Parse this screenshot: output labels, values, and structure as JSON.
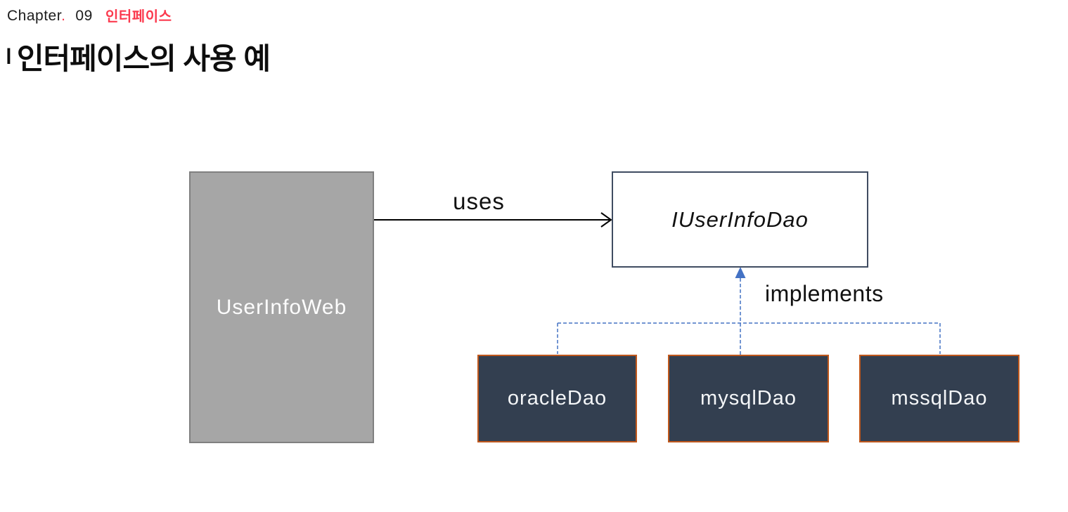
{
  "header": {
    "chapter_label": "Chapter",
    "chapter_dot": ".",
    "chapter_number": "09",
    "chapter_topic": "인터페이스",
    "title_prefix": "I",
    "title": "인터페이스의 사용 예"
  },
  "diagram": {
    "client_box": {
      "label": "UserInfoWeb"
    },
    "interface_box": {
      "label": "IUserInfoDao"
    },
    "uses_label": "uses",
    "implements_label": "implements",
    "impl_boxes": [
      {
        "label": "oracleDao"
      },
      {
        "label": "mysqlDao"
      },
      {
        "label": "mssqlDao"
      }
    ],
    "relations": [
      {
        "from": "UserInfoWeb",
        "to": "IUserInfoDao",
        "type": "uses"
      },
      {
        "from": "oracleDao",
        "to": "IUserInfoDao",
        "type": "implements"
      },
      {
        "from": "mysqlDao",
        "to": "IUserInfoDao",
        "type": "implements"
      },
      {
        "from": "mssqlDao",
        "to": "IUserInfoDao",
        "type": "implements"
      }
    ],
    "colors": {
      "accent_red": "#fb3a4e",
      "client_fill": "#a6a6a6",
      "client_border": "#808080",
      "interface_border": "#3f4c61",
      "impl_fill": "#333f50",
      "impl_border": "#c0581c",
      "connector_blue": "#4472c4",
      "arrow_black": "#000000"
    }
  },
  "cursor": {
    "type": "arrow-pointer"
  }
}
